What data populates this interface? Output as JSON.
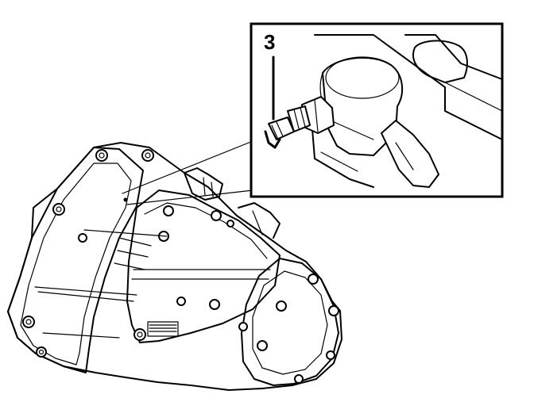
{
  "diagram": {
    "callout_label": "3",
    "colors": {
      "line": "#000000",
      "background": "#ffffff"
    },
    "parts": [
      "gearbox-housing",
      "inset-detail-frame",
      "sensor-switch",
      "leader-lines"
    ]
  }
}
